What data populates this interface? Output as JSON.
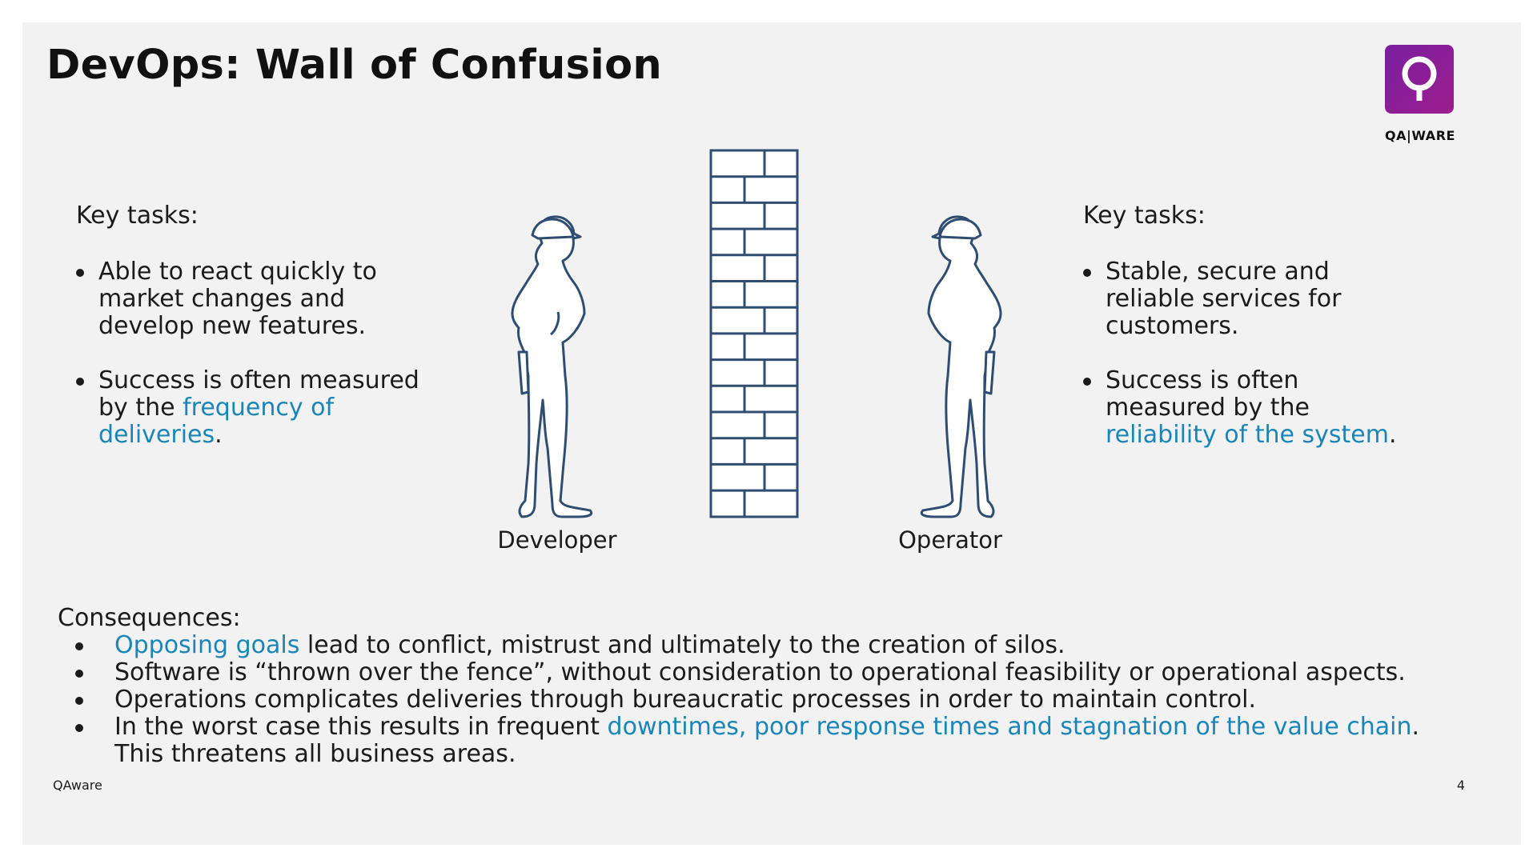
{
  "title": "DevOps: Wall of Confusion",
  "logo": {
    "brand": "QA|WARE",
    "icon": "qaware-logo-icon",
    "color": "#8b1f9a"
  },
  "left": {
    "heading": "Key tasks:",
    "bullets": [
      {
        "before": "Able to react quickly to market changes and develop new features.",
        "highlight": "",
        "after": ""
      },
      {
        "before": "Success is often measured by the ",
        "highlight": "frequency of deliveries",
        "after": "."
      }
    ]
  },
  "right": {
    "heading": "Key tasks:",
    "bullets": [
      {
        "before": "Stable, secure and reliable services for customers.",
        "highlight": "",
        "after": ""
      },
      {
        "before": "Success is often measured by the ",
        "highlight": "reliability of the system",
        "after": "."
      }
    ]
  },
  "figures": {
    "developer_label": "Developer",
    "operator_label": "Operator",
    "wall_icon": "brick-wall-icon",
    "person_icon": "worker-silhouette-icon",
    "outline_color": "#2f4d70"
  },
  "consequences": {
    "heading": "Consequences:",
    "items": [
      {
        "before": "",
        "highlight": "Opposing goals",
        "after": " lead to conflict, mistrust and ultimately to the creation of silos."
      },
      {
        "before": "Software is “thrown over the fence”, without consideration to operational feasibility or operational aspects.",
        "highlight": "",
        "after": ""
      },
      {
        "before": "Operations complicates deliveries through bureaucratic processes in order to maintain control.",
        "highlight": "",
        "after": ""
      },
      {
        "before": "In the worst case this results in frequent ",
        "highlight": "downtimes, poor response times and stagnation of the value chain",
        "after": ". This threatens all business areas."
      }
    ]
  },
  "footer": {
    "left": "QAware",
    "page": "4"
  },
  "colors": {
    "highlight": "#1a86b8",
    "background": "#f2f2f2",
    "text": "#1b1b1b"
  }
}
